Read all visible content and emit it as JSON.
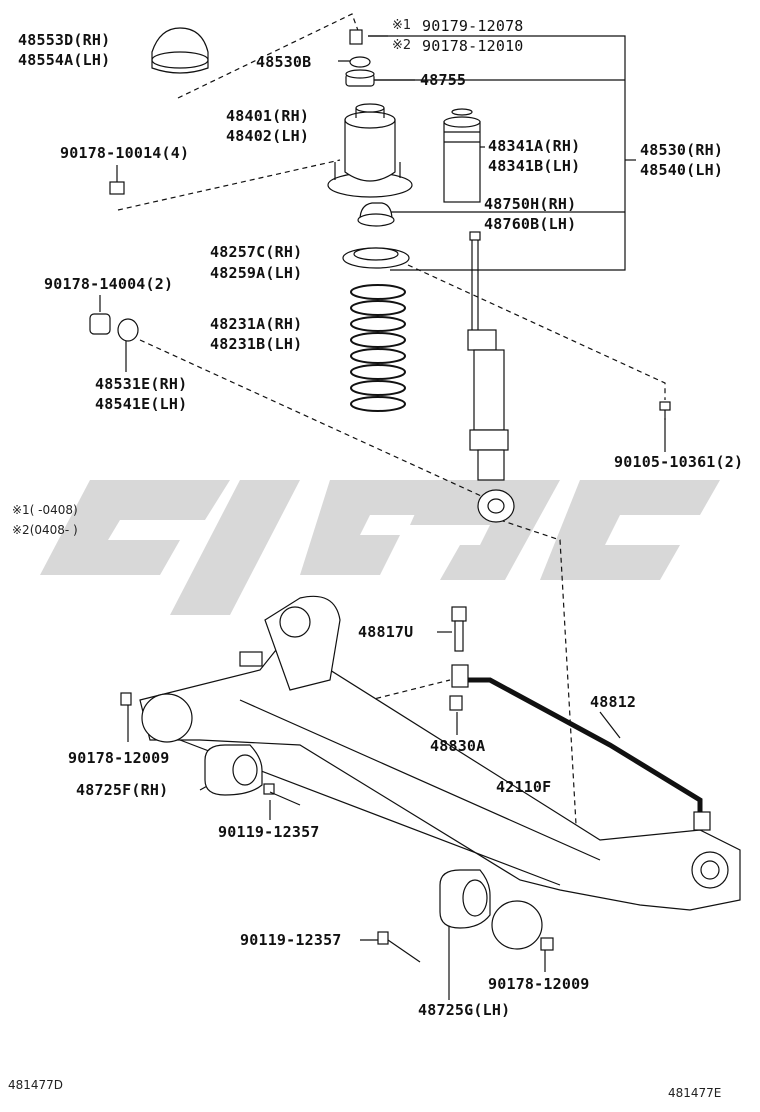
{
  "labels": {
    "p48553D": "48553D(RH)",
    "p48554A": "48554A(LH)",
    "p48530B": "48530B",
    "n1_mark": "※1",
    "n1_part": "90179-12078",
    "n2_mark": "※2",
    "n2_part": "90178-12010",
    "p48755": "48755",
    "p48401": "48401(RH)",
    "p48402": "48402(LH)",
    "p48341A": "48341A(RH)",
    "p48341B": "48341B(LH)",
    "p48530": "48530(RH)",
    "p48540": "48540(LH)",
    "p90178_10014": "90178-10014(4)",
    "p48750H": "48750H(RH)",
    "p48760B": "48760B(LH)",
    "p48257C": "48257C(RH)",
    "p48259A": "48259A(LH)",
    "p90178_14004": "90178-14004(2)",
    "p48231A": "48231A(RH)",
    "p48231B": "48231B(LH)",
    "p48531E": "48531E(RH)",
    "p48541E": "48541E(LH)",
    "p90105_10361": "90105-10361(2)",
    "p48817U": "48817U",
    "p48812": "48812",
    "p90178_12009_a": "90178-12009",
    "p48830A": "48830A",
    "p48725F": "48725F(RH)",
    "p42110F": "42110F",
    "p90119_12357_a": "90119-12357",
    "p90119_12357_b": "90119-12357",
    "p90178_12009_b": "90178-12009",
    "p48725G": "48725G(LH)"
  },
  "notes": {
    "note1": "※1(     -0408)",
    "note2": "※2(0408-       )"
  },
  "refs": {
    "left": "481477D",
    "right": "481477E"
  },
  "colors": {
    "line": "#111111",
    "watermark": "#d6d6d6"
  }
}
